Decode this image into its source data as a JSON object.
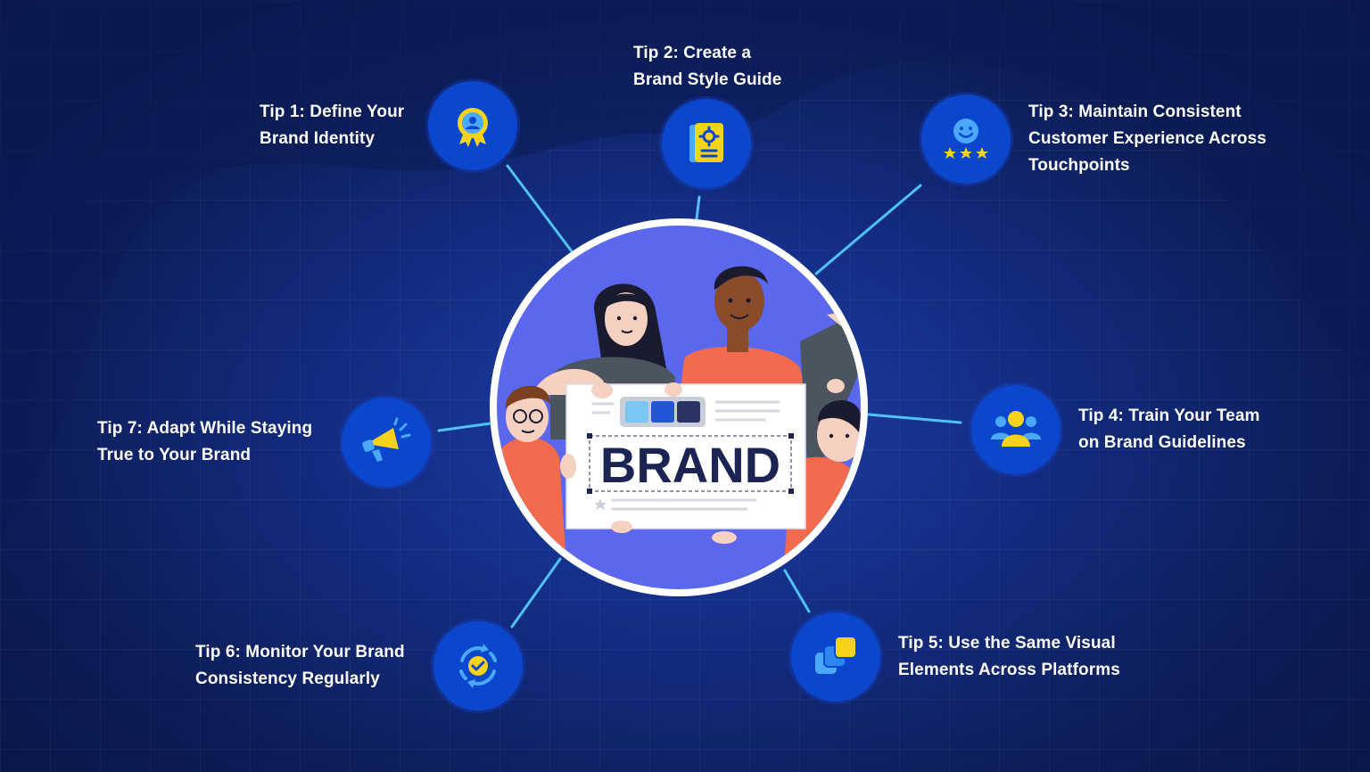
{
  "tips": [
    {
      "id": "tip1",
      "lines": [
        "Tip 1: Define Your",
        "Brand Identity"
      ],
      "icon": "award-badge-icon"
    },
    {
      "id": "tip2",
      "lines": [
        "Tip 2: Create a",
        "Brand Style Guide"
      ],
      "icon": "style-guide-book-icon"
    },
    {
      "id": "tip3",
      "lines": [
        "Tip 3: Maintain Consistent",
        "Customer Experience Across",
        "Touchpoints"
      ],
      "icon": "smiley-rating-icon"
    },
    {
      "id": "tip4",
      "lines": [
        "Tip 4: Train Your Team",
        "on Brand Guidelines"
      ],
      "icon": "team-group-icon"
    },
    {
      "id": "tip5",
      "lines": [
        "Tip 5: Use the Same Visual",
        "Elements Across Platforms"
      ],
      "icon": "layers-icon"
    },
    {
      "id": "tip6",
      "lines": [
        "Tip 6: Monitor Your Brand",
        "Consistency Regularly"
      ],
      "icon": "refresh-check-icon"
    },
    {
      "id": "tip7",
      "lines": [
        "Tip 7: Adapt While Staying",
        "True to Your Brand"
      ],
      "icon": "megaphone-icon"
    }
  ],
  "hero": {
    "sign_text": "BRAND",
    "illustration": "people-holding-brand-sign"
  },
  "colors": {
    "background": "#0f2468",
    "icon_circle": "#0b47cc",
    "accent_yellow": "#f6d21a",
    "accent_blue": "#4aa8ff",
    "connector": "#4fc3f7",
    "hero_bg": "#5b67ec",
    "text": "#ffffff"
  }
}
